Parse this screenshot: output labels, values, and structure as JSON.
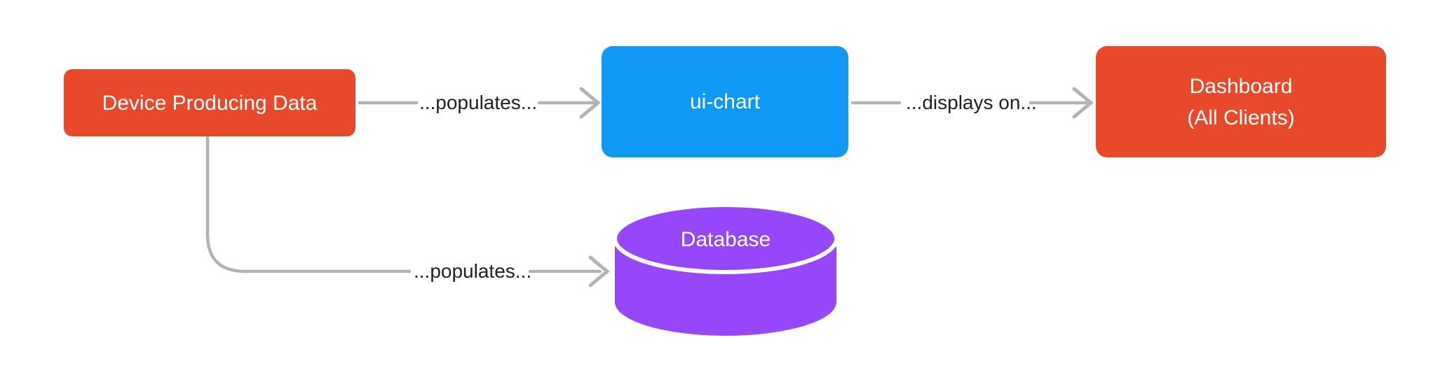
{
  "diagram": {
    "nodes": {
      "device": {
        "label": "Device Producing Data"
      },
      "ui_chart": {
        "label": "ui-chart"
      },
      "dashboard": {
        "label_line1": "Dashboard",
        "label_line2": "(All Clients)"
      },
      "database": {
        "label": "Database"
      }
    },
    "edges": {
      "device_to_uichart": {
        "label": "...populates..."
      },
      "uichart_to_dashboard": {
        "label": "...displays on..."
      },
      "device_to_database": {
        "label": "...populates..."
      }
    },
    "colors": {
      "node_red": "#E8492B",
      "node_blue": "#0F99F7",
      "node_purple": "#9747FB",
      "connector_gray": "#B3B3B3",
      "label_text": "#222222"
    }
  }
}
